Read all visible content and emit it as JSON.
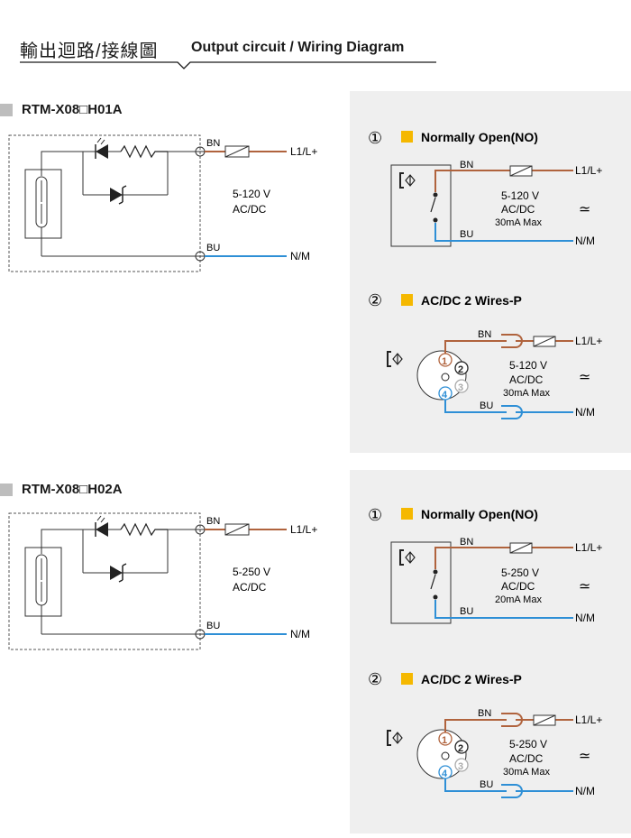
{
  "header": {
    "title_cn": "輸出迴路/接線圖",
    "title_en": "Output circuit / Wiring Diagram"
  },
  "sections": [
    {
      "model": "RTM-X08□H01A",
      "left": {
        "bn": "BN",
        "bu": "BU",
        "l": "L1/L+",
        "n": "N/M",
        "volt": "5-120 V",
        "acdc": "AC/DC"
      },
      "panel": {
        "no_num": "①",
        "no_title": "Normally Open(NO)",
        "no": {
          "bn": "BN",
          "bu": "BU",
          "l": "L1/L+",
          "n": "N/M",
          "volt": "5-120 V",
          "acdc": "AC/DC",
          "max": "30mA Max",
          "approx": "≃"
        },
        "p_num": "②",
        "p_title": "AC/DC 2 Wires-P",
        "p": {
          "bn": "BN",
          "bu": "BU",
          "l": "L1/L+",
          "n": "N/M",
          "volt": "5-120 V",
          "acdc": "AC/DC",
          "max": "30mA Max",
          "approx": "≃",
          "pin1": "1",
          "pin2": "2",
          "pin3": "3",
          "pin4": "4"
        }
      }
    },
    {
      "model": "RTM-X08□H02A",
      "left": {
        "bn": "BN",
        "bu": "BU",
        "l": "L1/L+",
        "n": "N/M",
        "volt": "5-250 V",
        "acdc": "AC/DC"
      },
      "panel": {
        "no_num": "①",
        "no_title": "Normally Open(NO)",
        "no": {
          "bn": "BN",
          "bu": "BU",
          "l": "L1/L+",
          "n": "N/M",
          "volt": "5-250 V",
          "acdc": "AC/DC",
          "max": "20mA Max",
          "approx": "≃"
        },
        "p_num": "②",
        "p_title": "AC/DC 2 Wires-P",
        "p": {
          "bn": "BN",
          "bu": "BU",
          "l": "L1/L+",
          "n": "N/M",
          "volt": "5-250 V",
          "acdc": "AC/DC",
          "max": "30mA Max",
          "approx": "≃",
          "pin1": "1",
          "pin2": "2",
          "pin3": "3",
          "pin4": "4"
        }
      }
    }
  ],
  "colors": {
    "brown": "#b0633d",
    "blue": "#2e8fd6",
    "accent": "#f5b800",
    "panel_bg": "#efefef"
  }
}
